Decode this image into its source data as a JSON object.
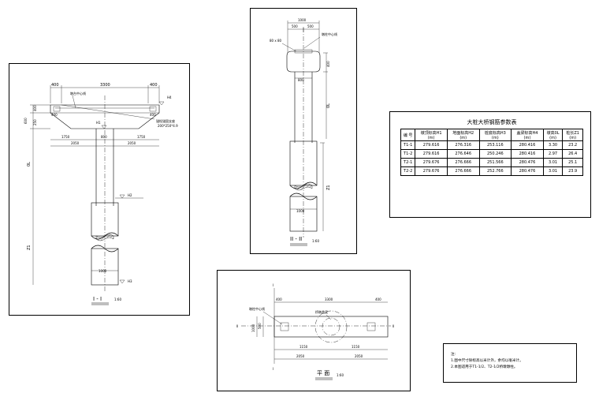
{
  "sheet1": {
    "top_dim_left": "400",
    "top_dim_mid": "3300",
    "top_dim_right": "400",
    "label_support_centerline": "墩台中心线",
    "label_h4": "H4",
    "label_h1": "H1",
    "label_side_400_left": "400",
    "label_side_400_right": "400",
    "label_anchor": "锚栓锚固支座",
    "label_anchor_size": "200*250*4.9",
    "dim_600": "600",
    "dim_400": "400",
    "dim_250": "250",
    "dim_1750_left": "1750",
    "dim_800": "800",
    "dim_1750_right": "1750",
    "dim_2050_left": "2050",
    "dim_2050_right": "2050",
    "label_l0": "0L",
    "label_h2": "H2",
    "label_z1": "Z1",
    "label_h3": "H3",
    "dim_1000": "1000",
    "caption": "I - I",
    "scale": "1:60"
  },
  "sheet2": {
    "dim_1000_top": "1000",
    "dim_500_left": "500",
    "dim_500_right": "500",
    "label_plate": "80 x 80",
    "label_center": "墩柱中心线",
    "dim_400": "400",
    "dim_800": "800",
    "label_l0": "0L",
    "label_z1": "Z1",
    "dim_1000_bottom": "1000",
    "caption": "II - II",
    "scale": "1:60"
  },
  "sheet3": {
    "title": "大桩大桥钢筋参数表",
    "headers": [
      "编 号",
      "墩顶标高H1\n(m)",
      "地面标高H2\n(m)",
      "桩底标高H3\n(m)",
      "盖梁标高H4\n(m)",
      "墩高0L\n(m)",
      "桩长Z1\n(m)"
    ],
    "rows": [
      [
        "T1-1",
        "279.616",
        "276.316",
        "253.116",
        "280.416",
        "3.30",
        "23.2"
      ],
      [
        "T1-2",
        "279.616",
        "276.646",
        "250.246",
        "280.416",
        "2.97",
        "26.4"
      ],
      [
        "T2-1",
        "279.676",
        "276.666",
        "251.566",
        "280.476",
        "3.01",
        "25.1"
      ],
      [
        "T2-2",
        "279.676",
        "276.666",
        "252.766",
        "280.476",
        "3.01",
        "23.9"
      ]
    ]
  },
  "sheet4": {
    "label_i_top": "I",
    "label_i_bottom": "I",
    "label_ii_left": "II",
    "label_ii_right": "II",
    "dim_400_left": "400",
    "dim_3300": "3300",
    "dim_400_right": "400",
    "label_center": "墩柱中心线",
    "label_bearing": "桥墩盖梁",
    "dim_1000": "1000",
    "dim_500": "500",
    "dim_1150_left": "1150",
    "dim_1150_right": "1150",
    "dim_2050_left": "2050",
    "dim_2050_right": "2050",
    "caption": "平 面",
    "scale": "1:60"
  },
  "notes": {
    "heading": "注:",
    "line1": "1.图中尺寸除标高以米计外，余均以毫米计。",
    "line2": "2.本图适用于T1-1/2、T2-1/2桥墩墩柱。"
  }
}
